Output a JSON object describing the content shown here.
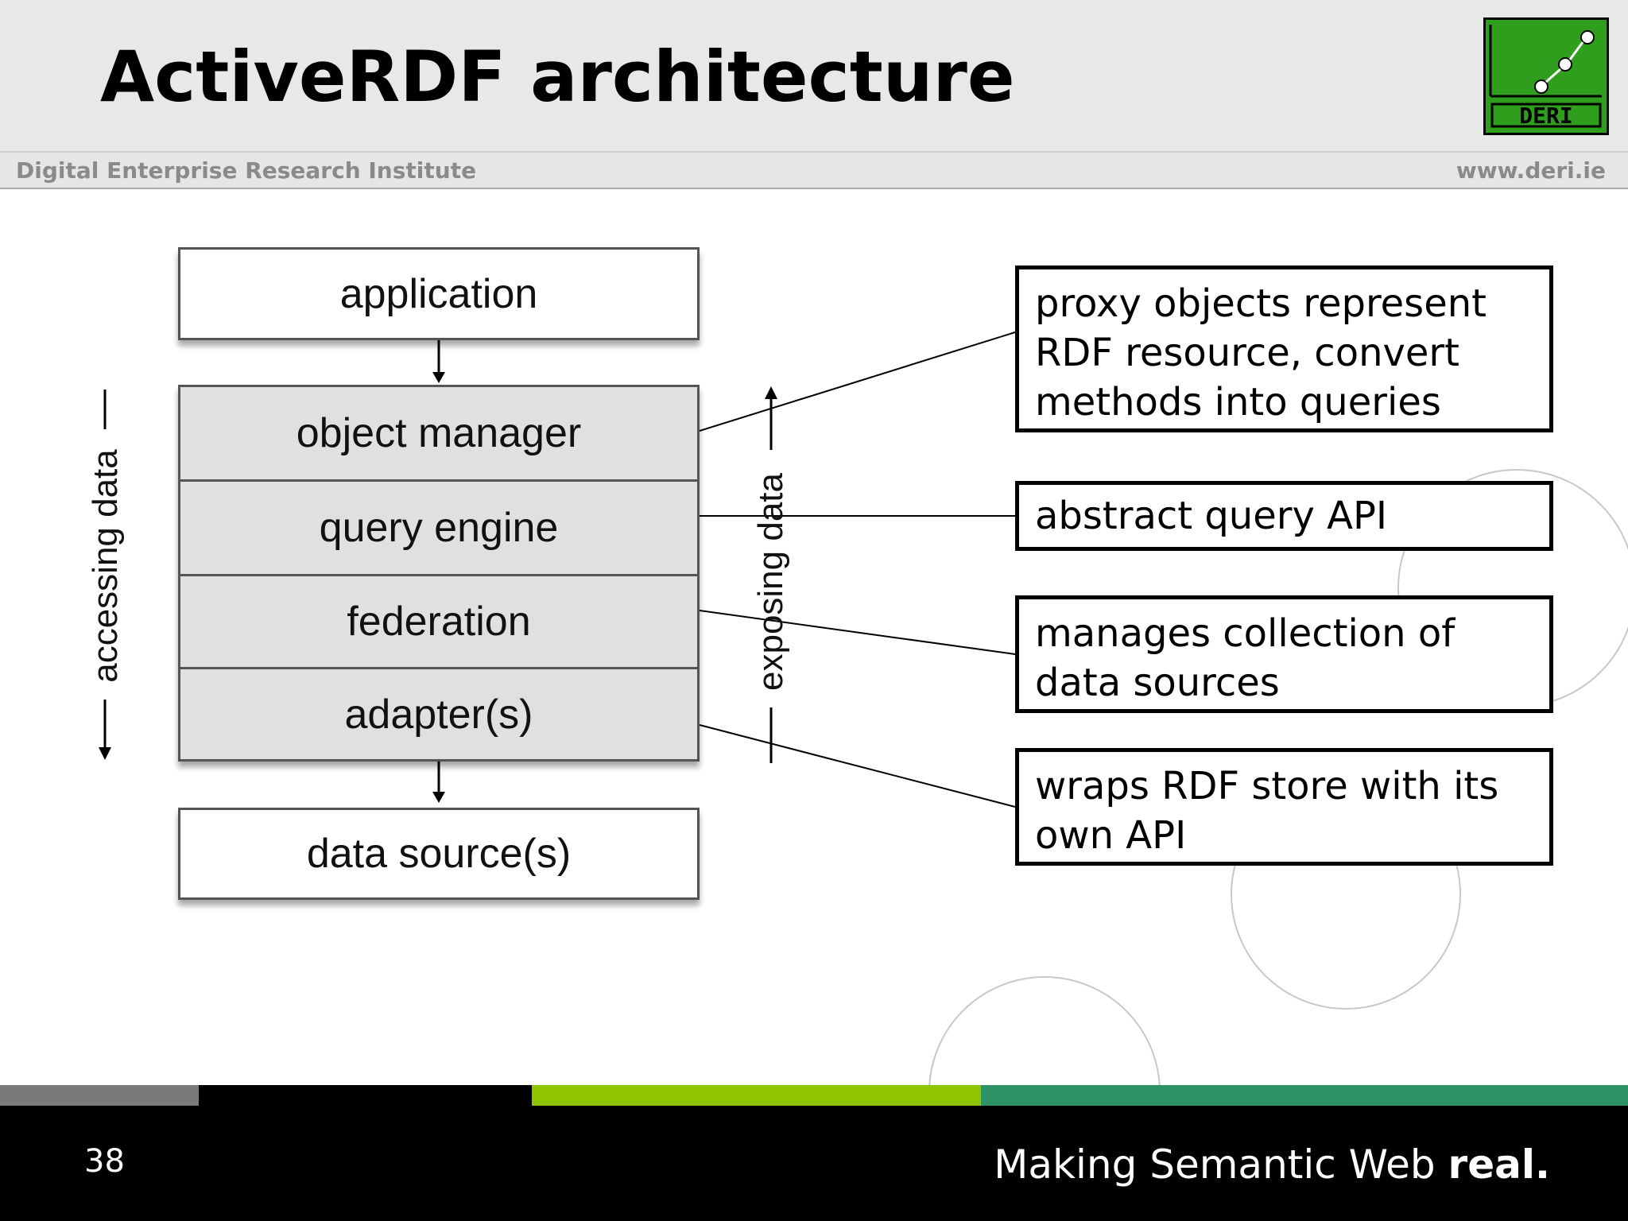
{
  "slide": {
    "title": "ActiveRDF architecture",
    "institute": "Digital Enterprise Research Institute",
    "website": "www.deri.ie",
    "logo_text": "DERI",
    "page_number": "38",
    "tagline_plain": "Making Semantic Web ",
    "tagline_bold": "real."
  },
  "diagram": {
    "top_box": "application",
    "stack": [
      "object manager",
      "query engine",
      "federation",
      "adapter(s)"
    ],
    "bottom_box": "data source(s)",
    "left_axis": "accessing data",
    "right_axis": "exposing data",
    "notes": [
      {
        "lines": [
          "proxy objects represent",
          "RDF resource, convert",
          "methods into queries"
        ]
      },
      {
        "lines": [
          "abstract query API"
        ]
      },
      {
        "lines": [
          "manages collection of",
          "data sources"
        ]
      },
      {
        "lines": [
          "wraps RDF store with its",
          "own API"
        ]
      }
    ]
  },
  "colors": {
    "header_bg": "#e8e8e8",
    "layer_fill": "#e0e0e0",
    "logo_green": "#2f9e1c",
    "footer_gray": "#7a7a7a",
    "footer_lime": "#8fc400",
    "footer_teal": "#2e9466"
  }
}
